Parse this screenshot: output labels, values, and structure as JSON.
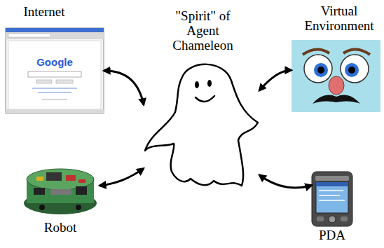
{
  "diagram": {
    "nodes": [
      {
        "text": [
          "Internet",
          "Google"
        ]
      },
      {
        "text": [
          "\"Spirit\" of Agent Chameleon"
        ]
      },
      {
        "text": [
          "Virtual Environment"
        ]
      },
      {
        "text": [
          "Robot"
        ]
      },
      {
        "text": [
          "PDA"
        ]
      }
    ],
    "edges": [
      {
        "from": 0,
        "to": 1,
        "arrow": "both"
      },
      {
        "from": 1,
        "to": 2,
        "arrow": "both"
      },
      {
        "from": 3,
        "to": 1,
        "arrow": "both"
      },
      {
        "from": 1,
        "to": 4,
        "arrow": "both"
      }
    ]
  }
}
